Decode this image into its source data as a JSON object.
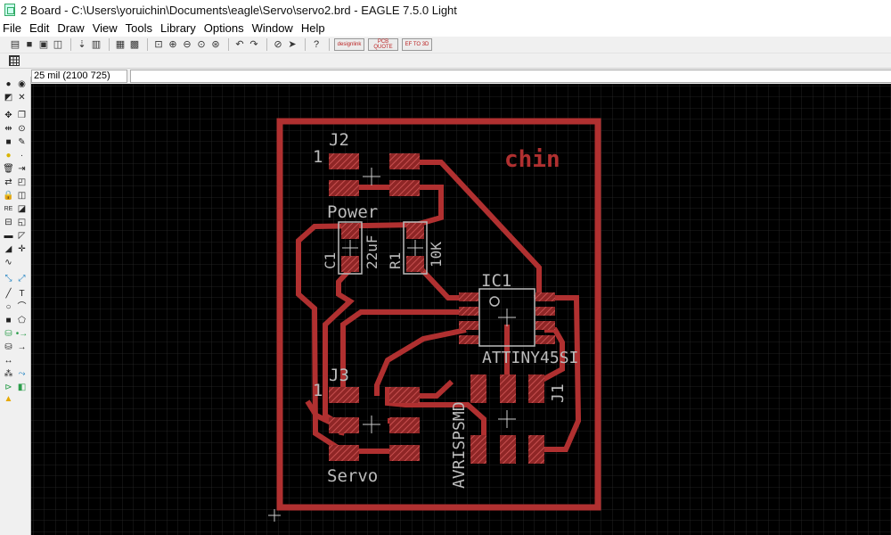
{
  "window": {
    "title": "2 Board - C:\\Users\\yoruichin\\Documents\\eagle\\Servo\\servo2.brd - EAGLE 7.5.0 Light"
  },
  "menu": [
    "File",
    "Edit",
    "Draw",
    "View",
    "Tools",
    "Library",
    "Options",
    "Window",
    "Help"
  ],
  "toolbar": {
    "logos": [
      "designlink",
      "PCB QUOTE",
      "EF TO 3D"
    ]
  },
  "coord": {
    "readout": "25 mil (2100 725)",
    "command_placeholder": ""
  },
  "board": {
    "title_text": "chin",
    "labels": {
      "j2": "J2",
      "j2_pin1": "1",
      "power": "Power",
      "c1": "C1",
      "c1_value": "22uF",
      "r1": "R1",
      "r1_value": "10K",
      "ic1": "IC1",
      "ic1_value": "ATTINY45SI",
      "j3": "J3",
      "j3_pin1": "1",
      "servo": "Servo",
      "j1": "J1",
      "j1_value": "AVRISPSMD"
    }
  },
  "colors": {
    "copper": "#b03030",
    "pad": "#a33030",
    "silk": "#bbbbbb",
    "grid": "#2a2a2a",
    "canvas": "#000000"
  }
}
